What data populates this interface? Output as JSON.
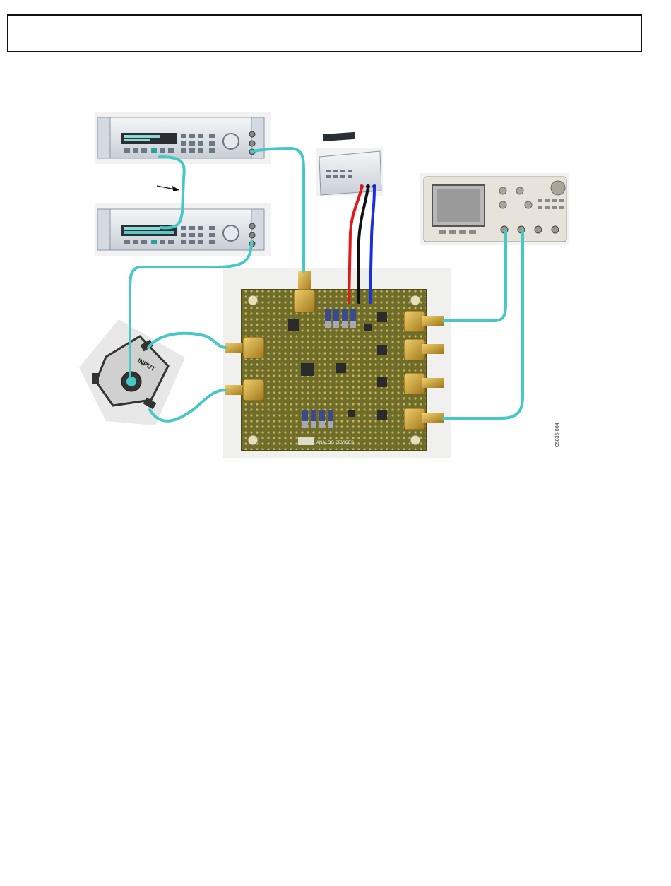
{
  "figure": {
    "id_label": "05836-004",
    "board_logo": "ANALOG DEVICES",
    "splitter_label": "INPUT",
    "colors": {
      "cable": "#48c8c4",
      "red_lead": "#e01818",
      "black_lead": "#111111",
      "blue_lead": "#1830e0",
      "pcb": "#6a6a2a",
      "sma_gold": "#c8a030"
    }
  }
}
